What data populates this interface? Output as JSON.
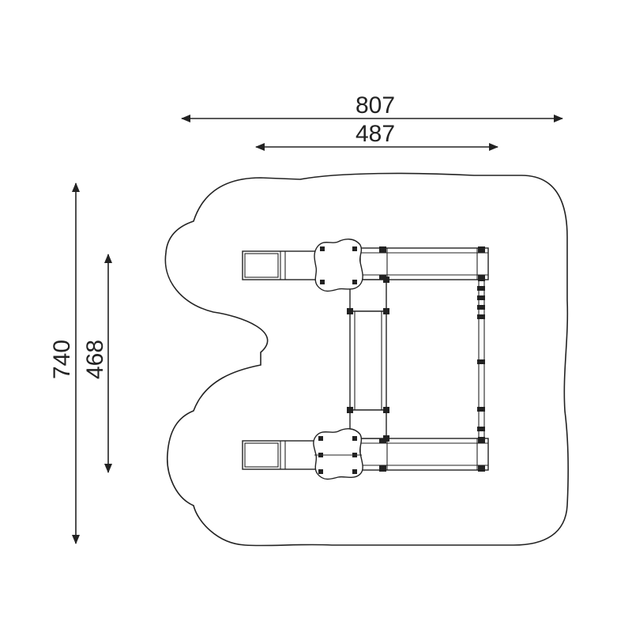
{
  "dimensions": {
    "overall_width": "807",
    "inner_width": "487",
    "overall_depth": "740",
    "inner_depth": "468"
  },
  "colors": {
    "line": "#222222",
    "background": "#ffffff"
  }
}
